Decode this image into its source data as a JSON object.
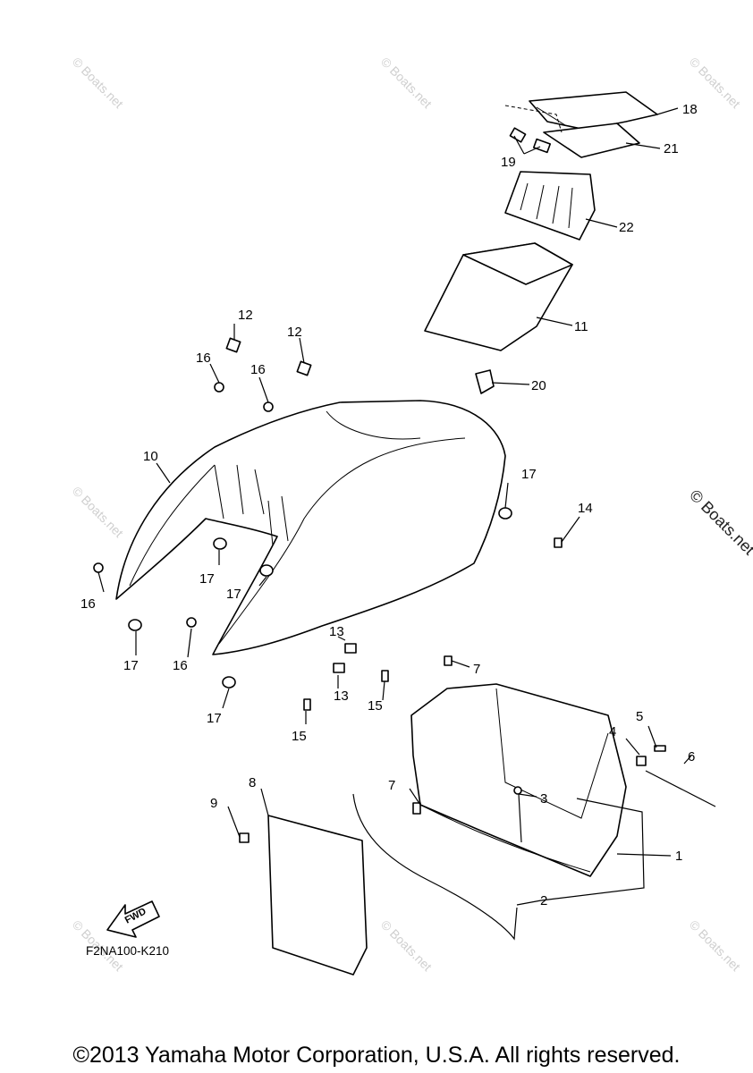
{
  "diagram": {
    "callouts": [
      {
        "id": "18",
        "text": "18"
      },
      {
        "id": "21",
        "text": "21"
      },
      {
        "id": "19",
        "text": "19"
      },
      {
        "id": "22",
        "text": "22"
      },
      {
        "id": "11",
        "text": "11"
      },
      {
        "id": "20",
        "text": "20"
      },
      {
        "id": "12a",
        "text": "12"
      },
      {
        "id": "12b",
        "text": "12"
      },
      {
        "id": "16a",
        "text": "16"
      },
      {
        "id": "16b",
        "text": "16"
      },
      {
        "id": "10",
        "text": "10"
      },
      {
        "id": "17a",
        "text": "17"
      },
      {
        "id": "17b",
        "text": "17"
      },
      {
        "id": "17c",
        "text": "17"
      },
      {
        "id": "17d",
        "text": "17"
      },
      {
        "id": "17e",
        "text": "17"
      },
      {
        "id": "16c",
        "text": "16"
      },
      {
        "id": "16d",
        "text": "16"
      },
      {
        "id": "14",
        "text": "14"
      },
      {
        "id": "13a",
        "text": "13"
      },
      {
        "id": "13b",
        "text": "13"
      },
      {
        "id": "15a",
        "text": "15"
      },
      {
        "id": "15b",
        "text": "15"
      },
      {
        "id": "7a",
        "text": "7"
      },
      {
        "id": "7b",
        "text": "7"
      },
      {
        "id": "5",
        "text": "5"
      },
      {
        "id": "4",
        "text": "4"
      },
      {
        "id": "6",
        "text": "6"
      },
      {
        "id": "3",
        "text": "3"
      },
      {
        "id": "1",
        "text": "1"
      },
      {
        "id": "2",
        "text": "2"
      },
      {
        "id": "8",
        "text": "8"
      },
      {
        "id": "9",
        "text": "9"
      }
    ],
    "fwd_label": "FWD",
    "figure_code": "F2NA100-K210",
    "watermark": "© Boats.net"
  },
  "footer": {
    "copyright": "©2013 Yamaha Motor Corporation, U.S.A. All rights reserved."
  },
  "colors": {
    "line": "#000000",
    "watermark": "#cfcfcf",
    "background": "#ffffff"
  }
}
